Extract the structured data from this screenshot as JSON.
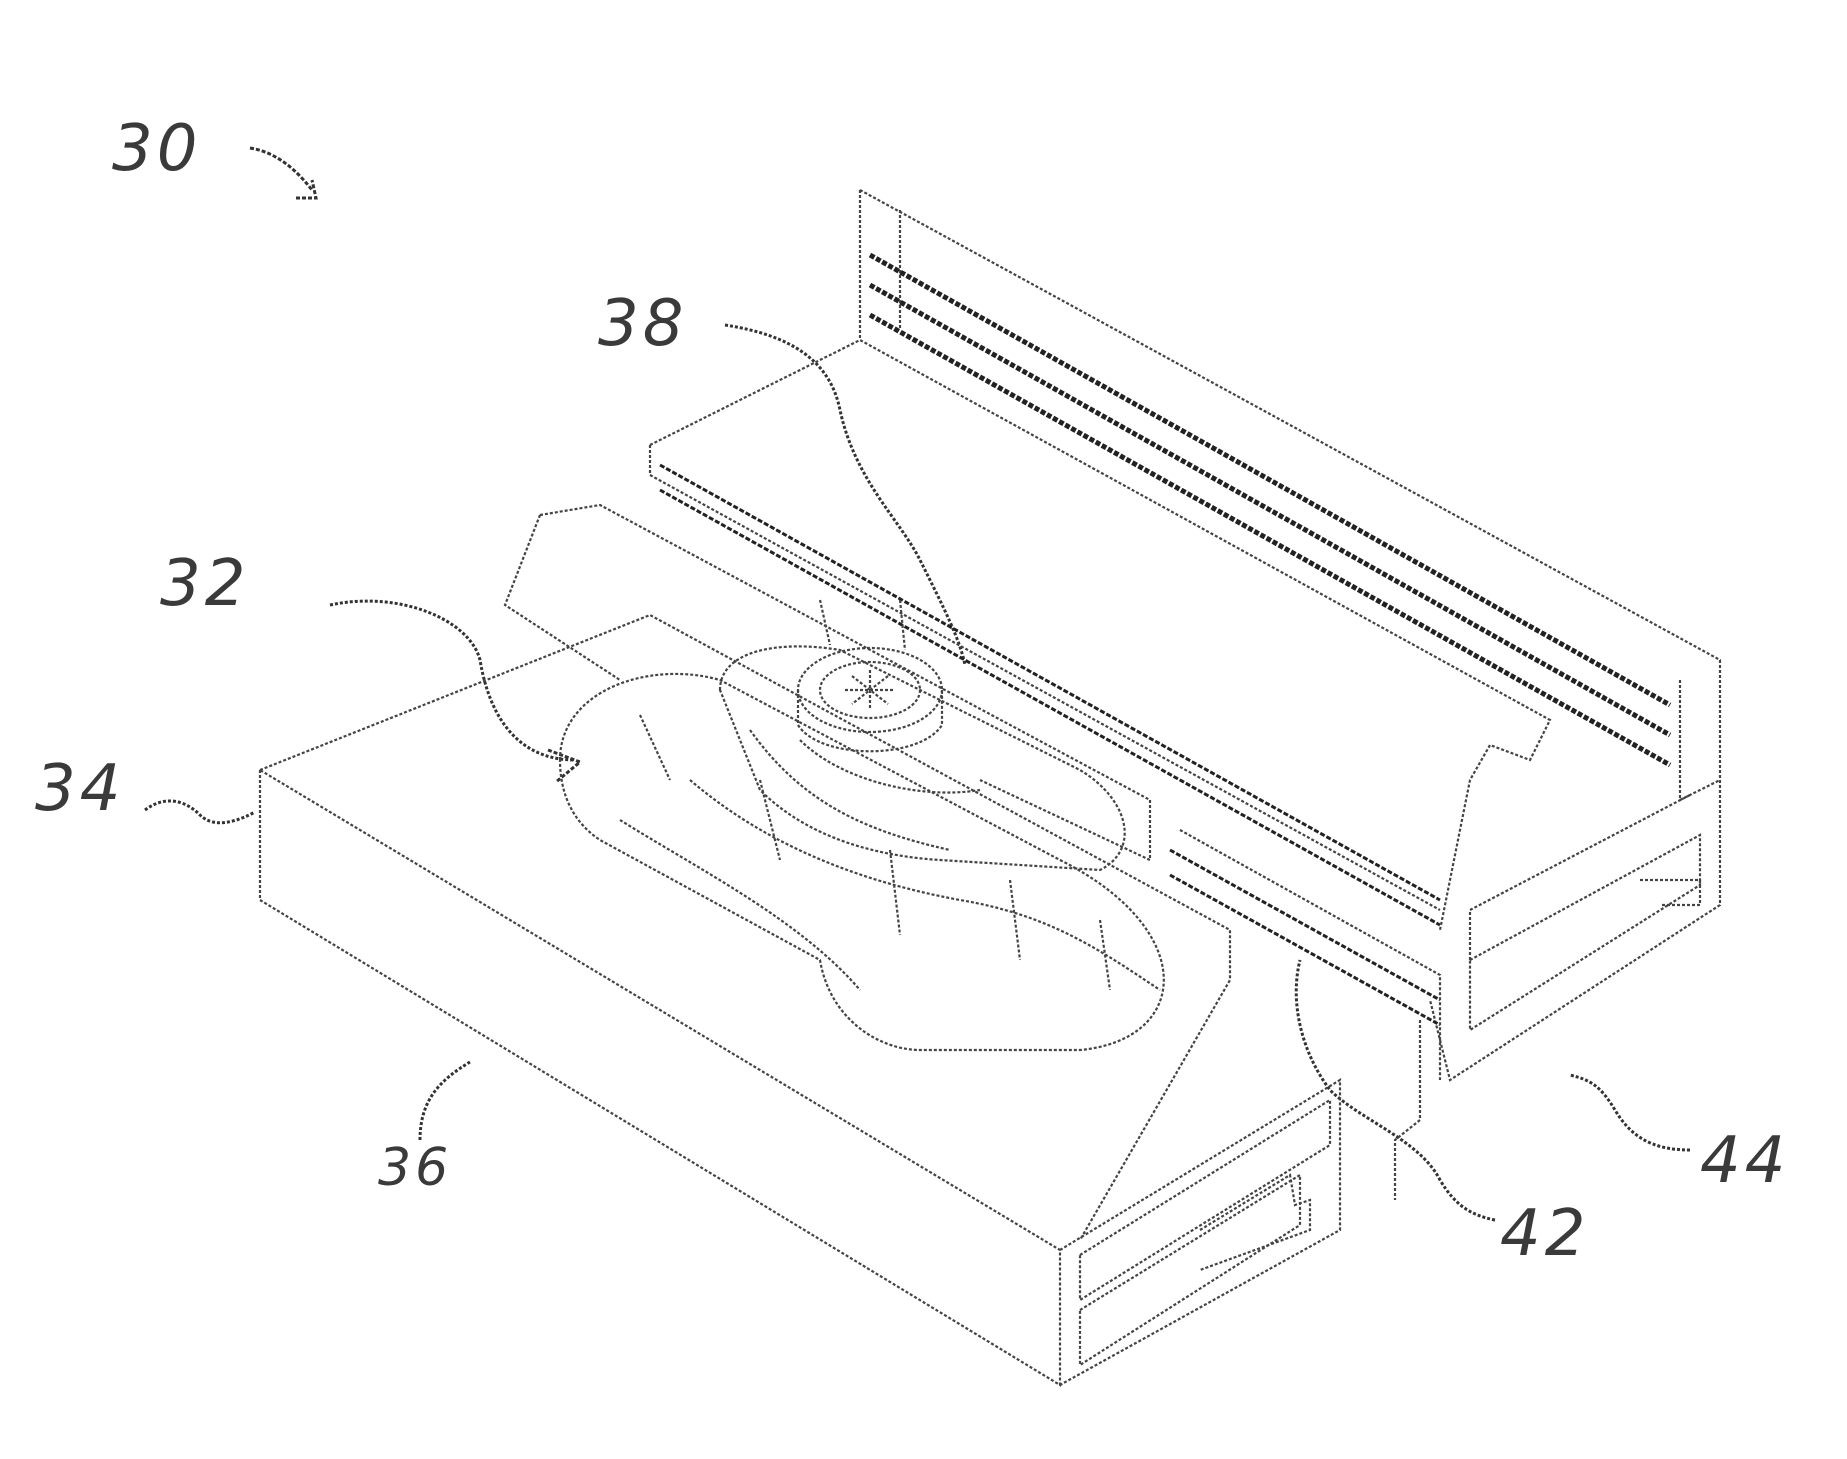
{
  "figure": {
    "reference_numerals": [
      {
        "id": "30",
        "label": "30"
      },
      {
        "id": "32",
        "label": "32"
      },
      {
        "id": "34",
        "label": "34"
      },
      {
        "id": "36",
        "label": "36"
      },
      {
        "id": "38",
        "label": "38"
      },
      {
        "id": "42",
        "label": "42"
      },
      {
        "id": "44",
        "label": "44"
      }
    ],
    "colors": {
      "ink": "#333333",
      "background": "#ffffff"
    }
  }
}
